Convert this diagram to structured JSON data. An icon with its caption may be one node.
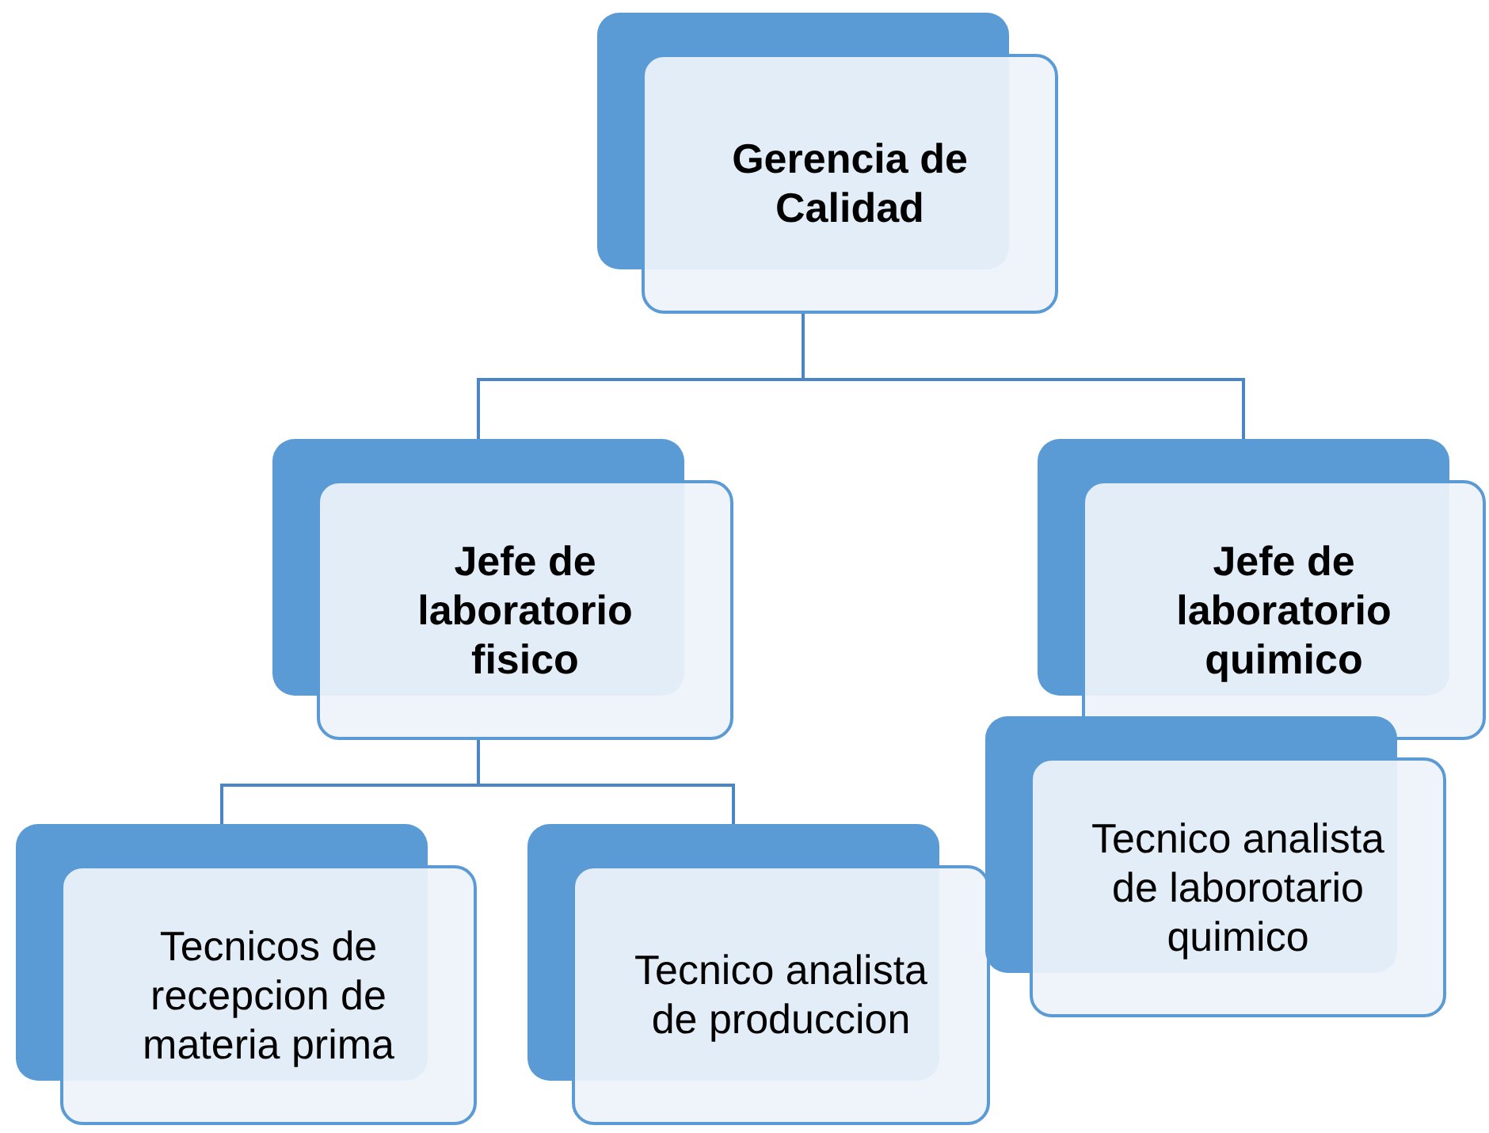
{
  "diagram": {
    "nodes": [
      {
        "text": [
          "Gerencia de Calidad"
        ]
      },
      {
        "text": [
          "Jefe de laboratorio fisico"
        ]
      },
      {
        "text": [
          "Jefe de laboratorio quimico"
        ]
      },
      {
        "text": [
          "Tecnicos de recepcion de materia prima"
        ]
      },
      {
        "text": [
          "Tecnico analista de produccion"
        ]
      },
      {
        "text": [
          "Tecnico analista de laborotario quimico"
        ]
      }
    ],
    "edges": [
      {
        "from": 0,
        "to": 1,
        "arrow": "none"
      },
      {
        "from": 0,
        "to": 2,
        "arrow": "none"
      },
      {
        "from": 1,
        "to": 3,
        "arrow": "none"
      },
      {
        "from": 1,
        "to": 4,
        "arrow": "none"
      }
    ]
  }
}
